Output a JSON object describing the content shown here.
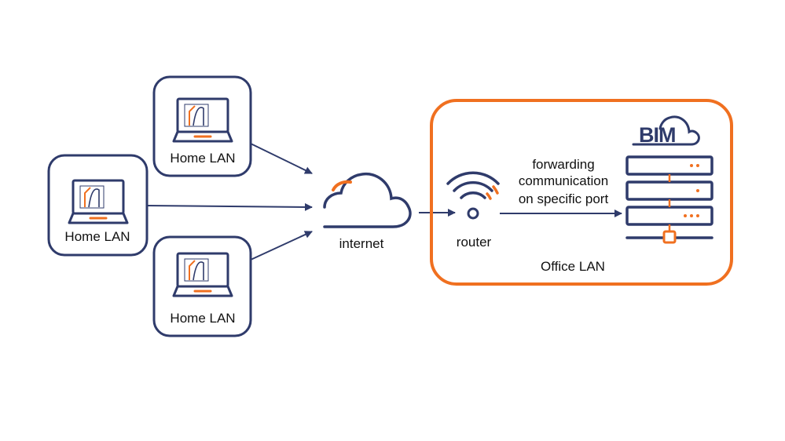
{
  "colors": {
    "navy": "#2f3b6b",
    "orange": "#f07020",
    "text": "#111111",
    "background": "#ffffff"
  },
  "home_lans": [
    {
      "label": "Home LAN"
    },
    {
      "label": "Home LAN"
    },
    {
      "label": "Home LAN"
    }
  ],
  "internet": {
    "label": "internet",
    "icon": "cloud-icon"
  },
  "router": {
    "label": "router",
    "icon": "wifi-router-icon"
  },
  "forwarding": {
    "line1": "forwarding",
    "line2": "communication",
    "line3": "on specific port"
  },
  "office_lan": {
    "label": "Office LAN"
  },
  "server": {
    "logo_text": "BIM",
    "icon": "server-rack-icon"
  }
}
